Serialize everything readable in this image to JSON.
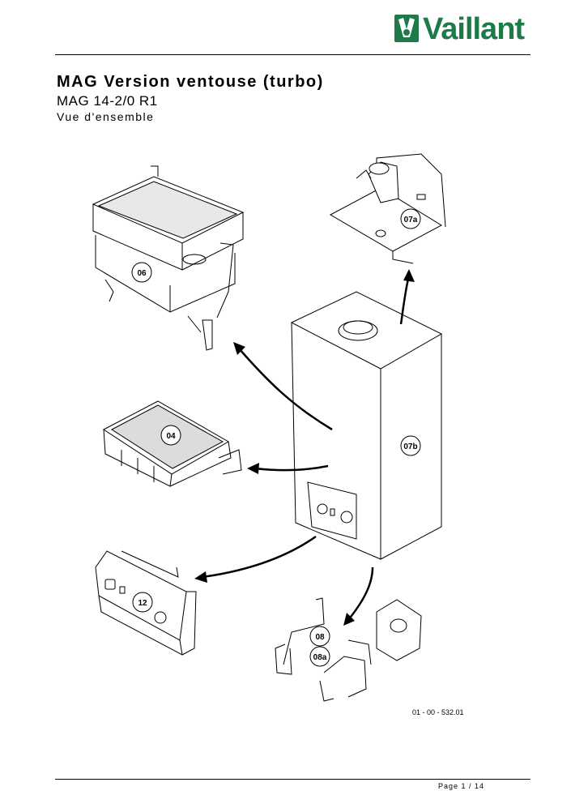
{
  "header": {
    "brand": "Vaillant"
  },
  "doc": {
    "title": "MAG Version ventouse (turbo)",
    "model": "MAG 14-2/0 R1",
    "view": "Vue d'ensemble"
  },
  "parts": {
    "p06": "06",
    "p07a": "07a",
    "p07b": "07b",
    "p04": "04",
    "p12": "12",
    "p08": "08",
    "p08a": "08a"
  },
  "drawing_ref": "01 - 00 - 532.01",
  "footer": {
    "page": "Page 1 / 14"
  },
  "colors": {
    "brand_green": "#1f7a4a"
  }
}
